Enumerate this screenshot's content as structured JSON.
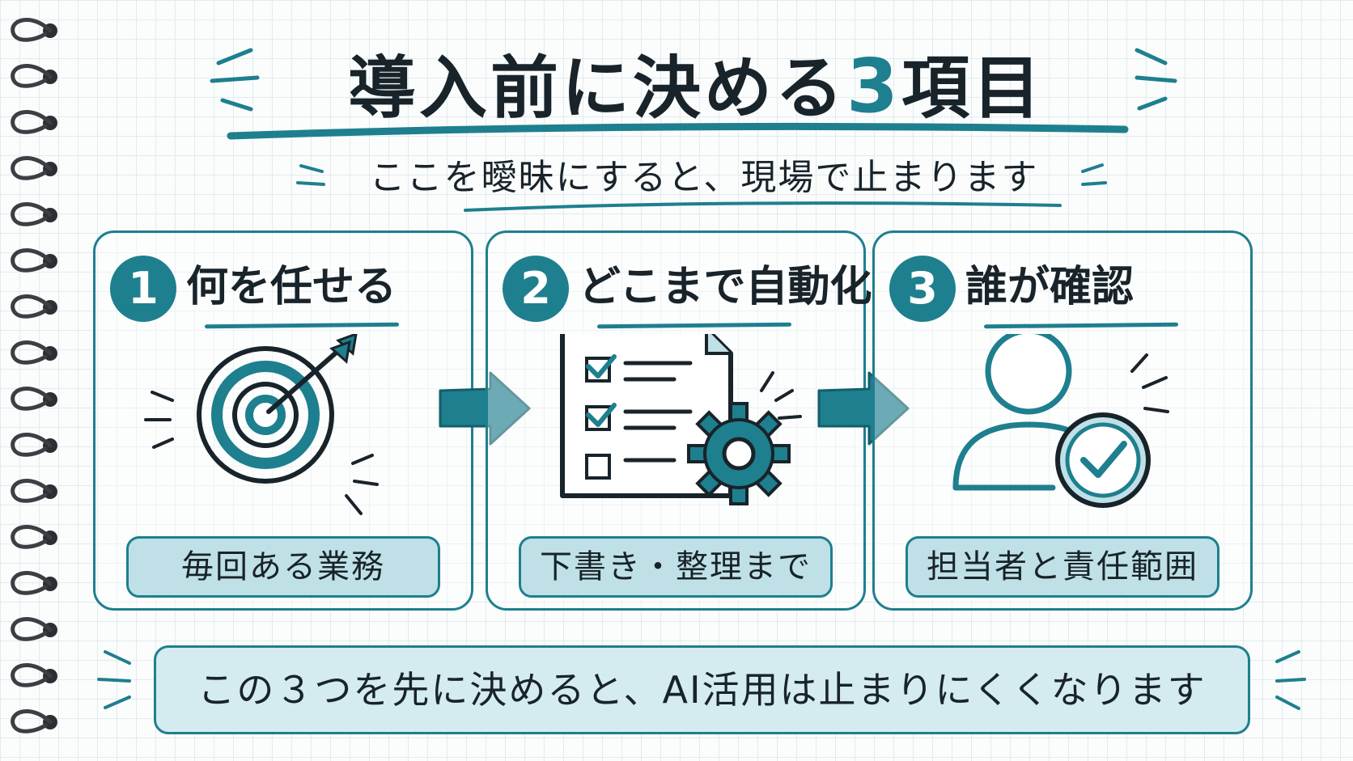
{
  "title": {
    "main": "導入前に決める",
    "accent": "3",
    "tail": "項目"
  },
  "subtitle": "ここを曖昧にすると、現場で止まります",
  "steps": [
    {
      "number": "1",
      "title": "何を任せる",
      "label": "毎回ある業務",
      "icon": "target-icon"
    },
    {
      "number": "2",
      "title": "どこまで自動化",
      "label": "下書き・整理まで",
      "icon": "checklist-gear-icon"
    },
    {
      "number": "3",
      "title": "誰が確認",
      "label": "担当者と責任範囲",
      "icon": "person-check-icon"
    }
  ],
  "footer": "この３つを先に決めると、AI活用は止まりにくくなります",
  "colors": {
    "accent": "#1e7f8e",
    "light_fill": "#bfe0e6",
    "ink": "#18232a",
    "paper": "#fbfcfc"
  }
}
